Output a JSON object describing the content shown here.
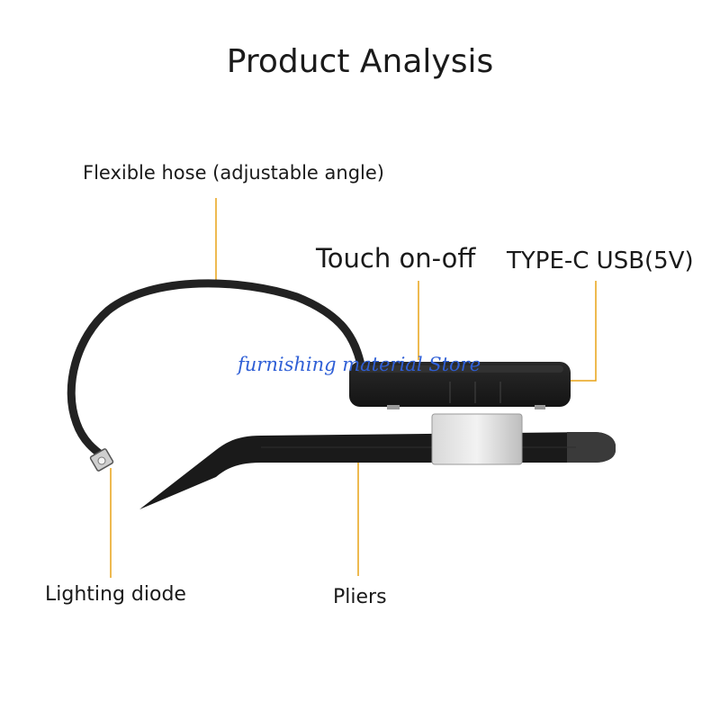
{
  "title": "Product Analysis",
  "labels": {
    "hose": "Flexible hose (adjustable angle)",
    "touch": "Touch on-off",
    "usb": "TYPE-C USB(5V)",
    "diode": "Lighting diode",
    "pliers": "Pliers"
  },
  "watermark": "furnishing material Store",
  "colors": {
    "leader": "#e8a317",
    "body": "#1c1c1c",
    "clip": "#c8c8c8",
    "watermark": "#2f5fd6"
  }
}
